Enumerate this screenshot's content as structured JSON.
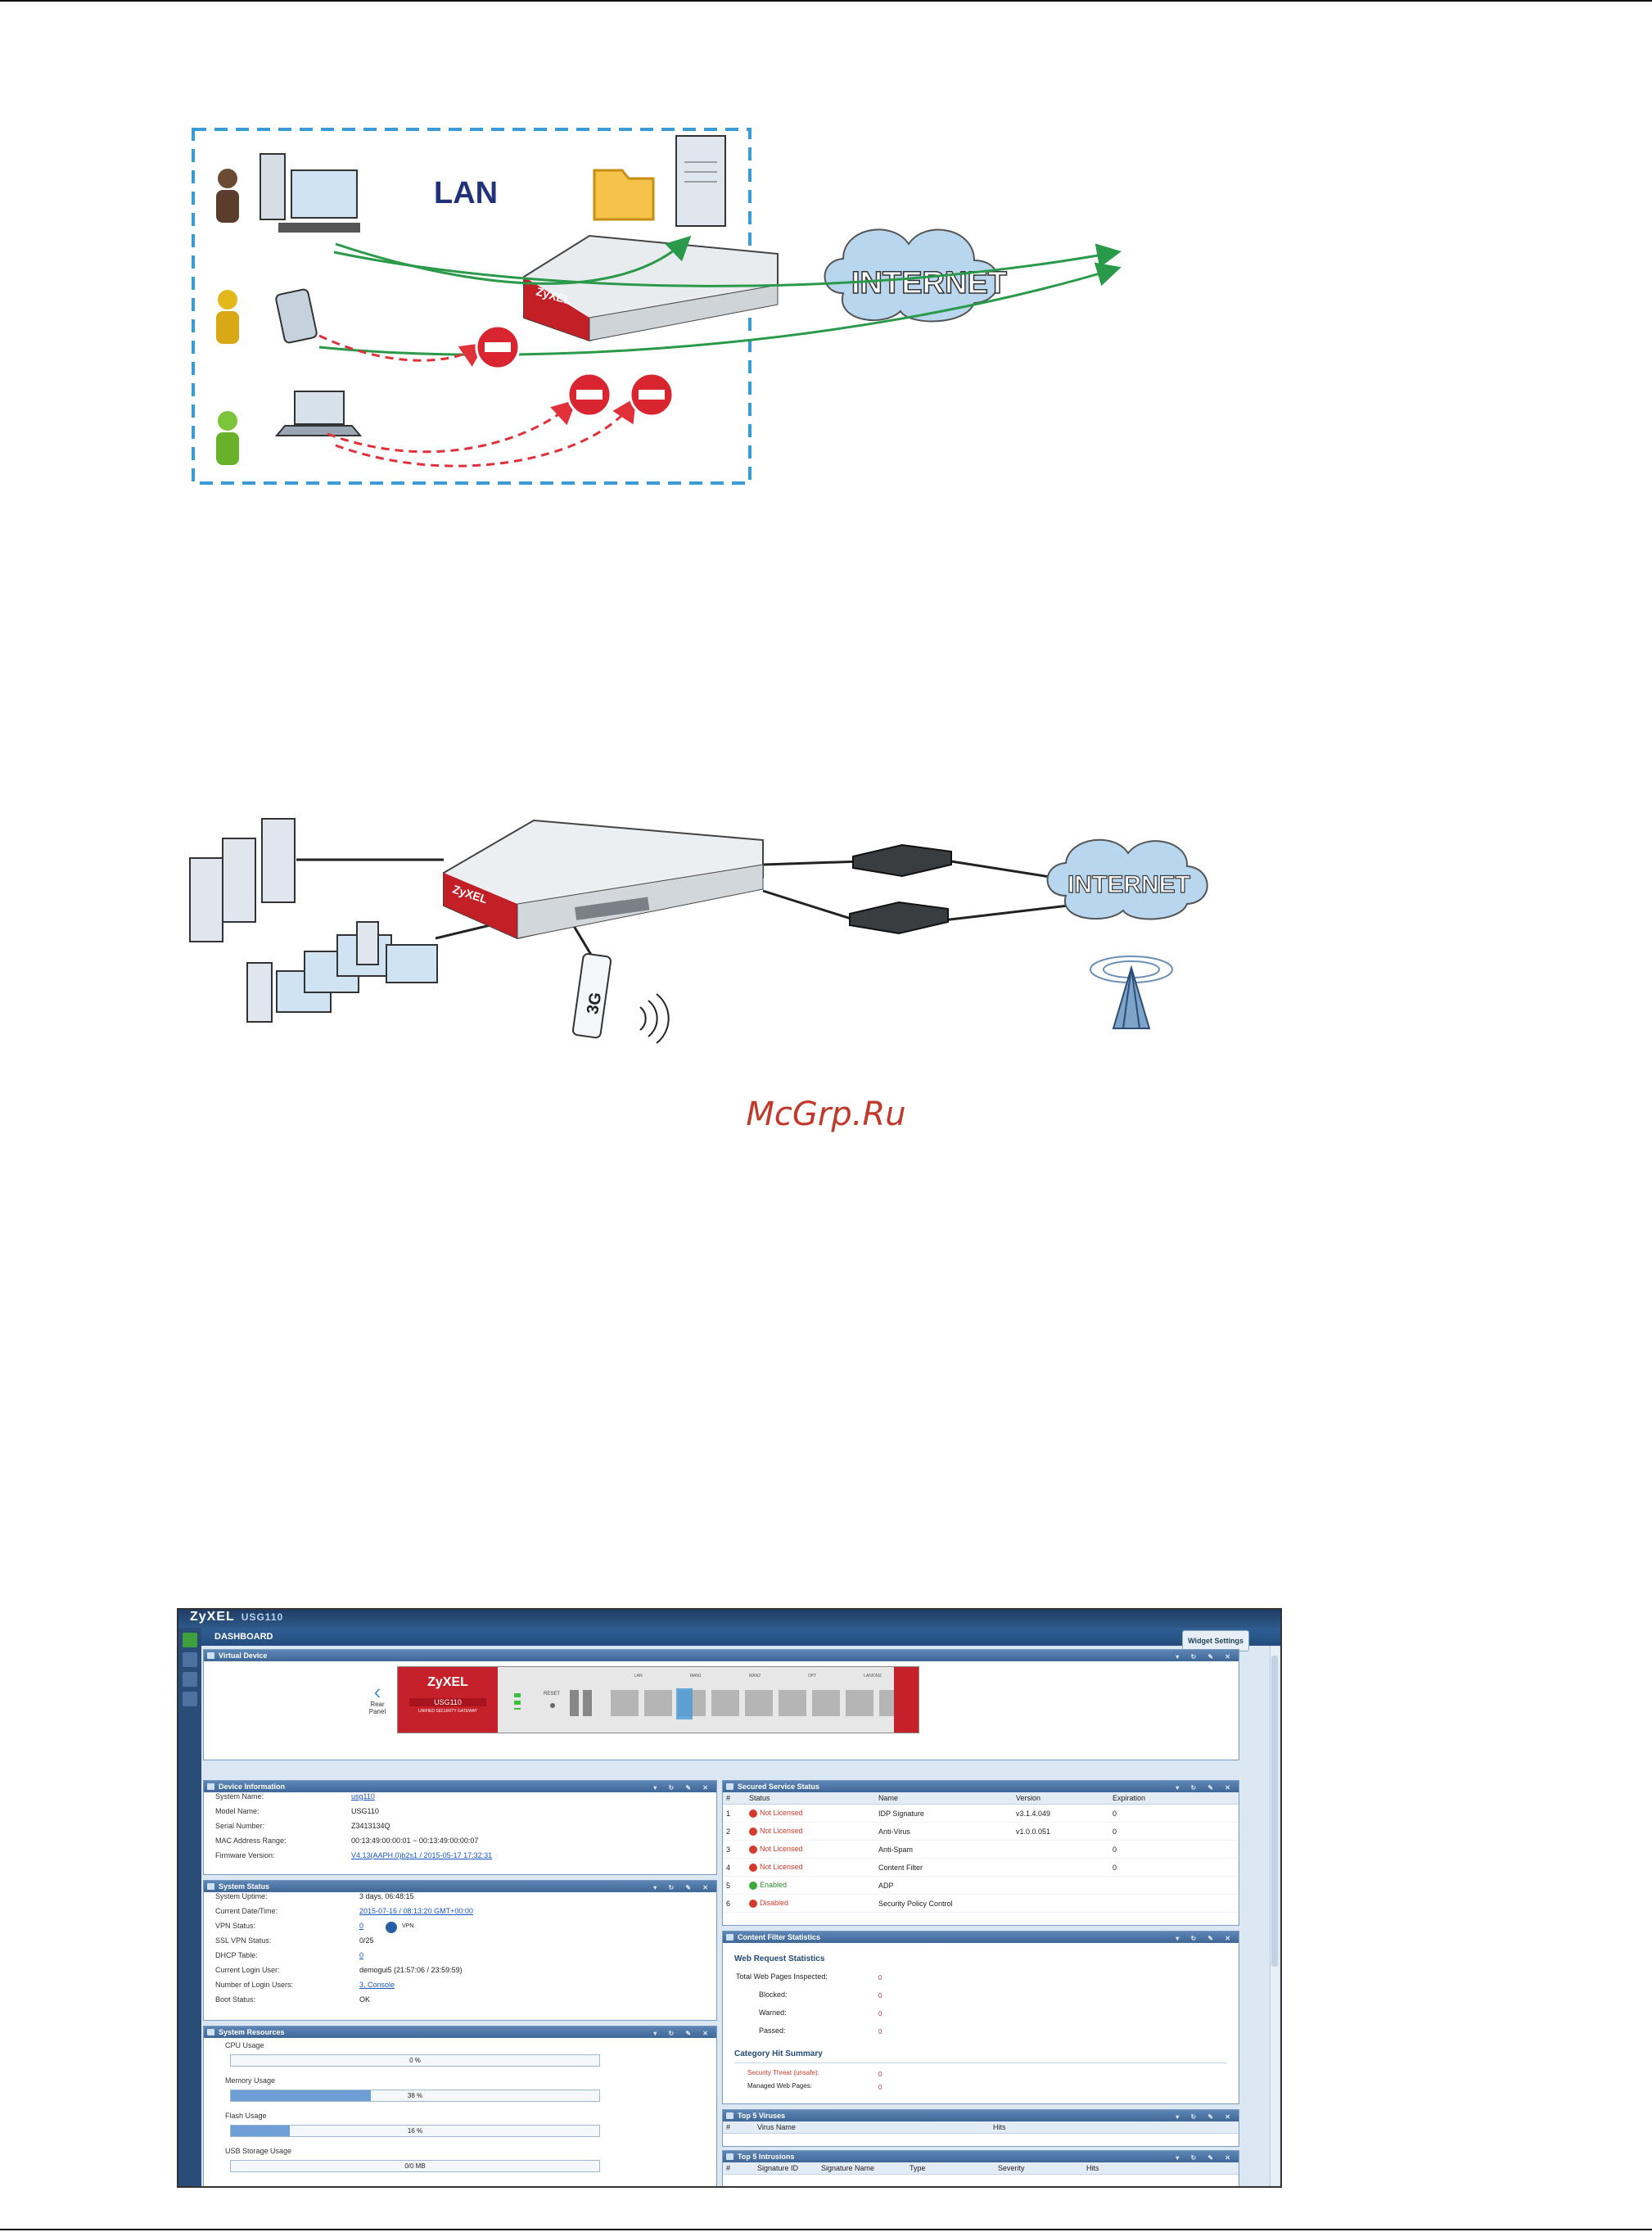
{
  "figure1": {
    "lan_label": "LAN",
    "internet_label": "INTERNET",
    "brand": "ZyXEL"
  },
  "figure2": {
    "internet_label": "INTERNET",
    "usb_label": "3G",
    "brand": "ZyXEL"
  },
  "watermark": "McGrp.Ru",
  "screenshot": {
    "brand": "ZyXEL",
    "model": "USG110",
    "dashboard_title": "DASHBOARD",
    "widget_settings": "Widget Settings",
    "virtual_device": {
      "title": "Virtual Device",
      "rear_panel": "Rear Panel",
      "device_brand": "ZyXEL",
      "device_model": "USG110",
      "device_sub": "UNIFIED SECURITY GATEWAY",
      "reset_label": "RESET",
      "port_groups": [
        "LAN",
        "WAN1",
        "WAN2",
        "OPT",
        "LAN/DMZ"
      ]
    },
    "device_information": {
      "title": "Device Information",
      "rows": [
        {
          "k": "System Name:",
          "v": "usg110"
        },
        {
          "k": "Model Name:",
          "v": "USG110"
        },
        {
          "k": "Serial Number:",
          "v": "Z3413134Q"
        },
        {
          "k": "MAC Address Range:",
          "v": "00:13:49:00:00:01 ~ 00:13:49:00:00:07"
        },
        {
          "k": "Firmware Version:",
          "v": "V4.13(AAPH.0)b2s1 / 2015-05-17 17:32:31"
        }
      ]
    },
    "system_status": {
      "title": "System Status",
      "rows": [
        {
          "k": "System Uptime:",
          "v": "3 days, 06:48:15"
        },
        {
          "k": "Current Date/Time:",
          "v": "2015-07-16 / 08:13:20 GMT+00:00"
        },
        {
          "k": "VPN Status:",
          "v": "0"
        },
        {
          "k": "SSL VPN Status:",
          "v": "0/25"
        },
        {
          "k": "DHCP Table:",
          "v": "0"
        },
        {
          "k": "Current Login User:",
          "v": "demogui5 (21:57:06 / 23:59:59)"
        },
        {
          "k": "Number of Login Users:",
          "v": "3, Console"
        },
        {
          "k": "Boot Status:",
          "v": "OK"
        }
      ],
      "vpn_badge": "VPN"
    },
    "system_resources": {
      "title": "System Resources",
      "items": [
        {
          "label": "CPU Usage",
          "value": "0 %",
          "percent": 0
        },
        {
          "label": "Memory Usage",
          "value": "38 %",
          "percent": 38
        },
        {
          "label": "Flash Usage",
          "value": "16 %",
          "percent": 16
        },
        {
          "label": "USB Storage Usage",
          "value": "0/0 MB",
          "percent": 0
        }
      ]
    },
    "secured_service_status": {
      "title": "Secured Service Status",
      "columns": [
        "#",
        "Status",
        "Name",
        "Version",
        "Expiration"
      ],
      "rows": [
        {
          "n": "1",
          "status": "Not Licensed",
          "state": "bad",
          "name": "IDP Signature",
          "version": "v3.1.4.049",
          "exp": "0"
        },
        {
          "n": "2",
          "status": "Not Licensed",
          "state": "bad",
          "name": "Anti-Virus",
          "version": "v1.0.0.051",
          "exp": "0"
        },
        {
          "n": "3",
          "status": "Not Licensed",
          "state": "bad",
          "name": "Anti-Spam",
          "version": "",
          "exp": "0"
        },
        {
          "n": "4",
          "status": "Not Licensed",
          "state": "bad",
          "name": "Content Filter",
          "version": "",
          "exp": "0"
        },
        {
          "n": "5",
          "status": "Enabled",
          "state": "good",
          "name": "ADP",
          "version": "",
          "exp": ""
        },
        {
          "n": "6",
          "status": "Disabled",
          "state": "bad",
          "name": "Security Policy Control",
          "version": "",
          "exp": ""
        }
      ]
    },
    "content_filter": {
      "title": "Content Filter Statistics",
      "web_request": "Web Request Statistics",
      "rows": [
        {
          "k": "Total Web Pages Inspected:",
          "v": "0"
        },
        {
          "k": "Blocked:",
          "v": "0"
        },
        {
          "k": "Warned:",
          "v": "0"
        },
        {
          "k": "Passed:",
          "v": "0"
        }
      ],
      "category_summary": "Category Hit Summary",
      "category_rows": [
        {
          "k": "Security Threat (unsafe):",
          "v": "0"
        },
        {
          "k": "Managed Web Pages:",
          "v": "0"
        }
      ]
    },
    "top5_viruses": {
      "title": "Top 5 Viruses",
      "columns": [
        "#",
        "Virus Name",
        "Hits"
      ]
    },
    "top5_intrusions": {
      "title": "Top 5 Intrusions",
      "columns": [
        "#",
        "Signature ID",
        "Signature Name",
        "Type",
        "Severity",
        "Hits"
      ]
    }
  }
}
